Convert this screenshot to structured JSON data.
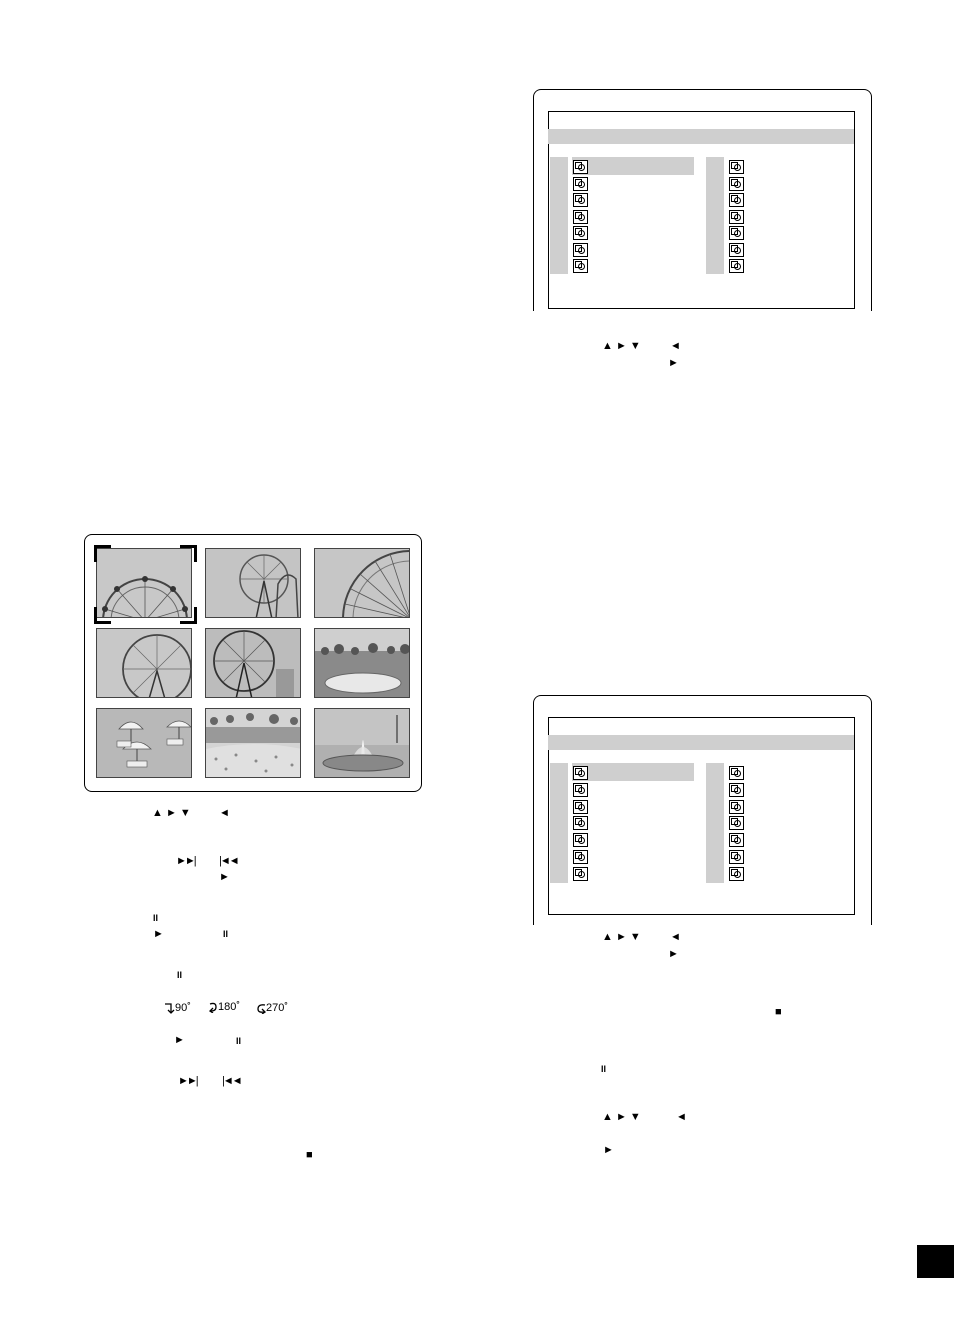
{
  "thumbnail_viewer": {
    "thumbnails": [
      {
        "name": "ferris-wheel-1",
        "selected": true
      },
      {
        "name": "ferris-wheel-coaster"
      },
      {
        "name": "ferris-wheel-closeup"
      },
      {
        "name": "ferris-wheel-2"
      },
      {
        "name": "ferris-wheel-3"
      },
      {
        "name": "flower-garden"
      },
      {
        "name": "umbrellas-patio"
      },
      {
        "name": "flower-field"
      },
      {
        "name": "fountain"
      }
    ]
  },
  "navigation_symbols": {
    "arrows": "▲ ► ▼",
    "left": "◄",
    "play": "►",
    "next": "►►|",
    "prev": "|◄◄",
    "pause": "II",
    "stop": "■"
  },
  "rotation": {
    "r90": "90˚",
    "r180": "180˚",
    "r270": "270˚"
  },
  "icons": {
    "file": "image-file-icon",
    "page_marker": "page-number-block"
  },
  "colors": {
    "highlight": "#cfcfcf",
    "border": "#000000"
  }
}
